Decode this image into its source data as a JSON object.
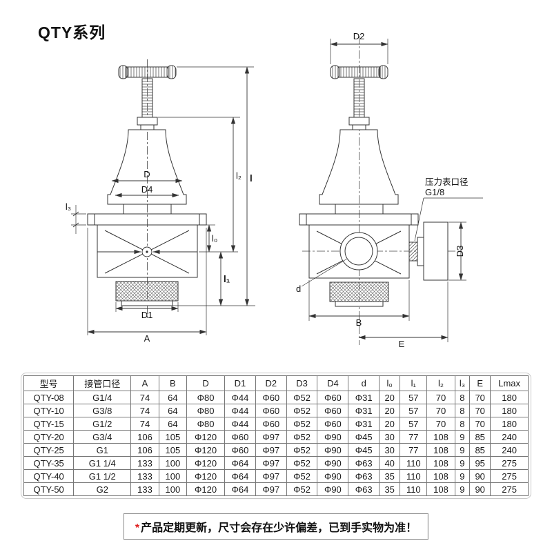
{
  "page": {
    "title": "QTY系列"
  },
  "drawing": {
    "left": {
      "labels": {
        "D": "D",
        "D4": "D4",
        "D1": "D1",
        "A": "A",
        "l0": "l₀",
        "l1": "l₁",
        "l2": "l₂",
        "l3": "l₃",
        "l": "l"
      }
    },
    "right": {
      "labels": {
        "D2": "D2",
        "D3": "D3",
        "B": "B",
        "E": "E",
        "d": "d"
      },
      "annotation": {
        "line1": "压力表口径",
        "line2": "G1/8"
      }
    }
  },
  "table": {
    "headers": [
      "型号",
      "接管口径",
      "A",
      "B",
      "D",
      "D1",
      "D2",
      "D3",
      "D4",
      "d",
      "l₀",
      "l₁",
      "l₂",
      "l₃",
      "E",
      "Lmax"
    ],
    "rows": [
      [
        "QTY-08",
        "G1/4",
        "74",
        "64",
        "Φ80",
        "Φ44",
        "Φ60",
        "Φ52",
        "Φ60",
        "Φ31",
        "20",
        "57",
        "70",
        "8",
        "70",
        "180"
      ],
      [
        "QTY-10",
        "G3/8",
        "74",
        "64",
        "Φ80",
        "Φ44",
        "Φ60",
        "Φ52",
        "Φ60",
        "Φ31",
        "20",
        "57",
        "70",
        "8",
        "70",
        "180"
      ],
      [
        "QTY-15",
        "G1/2",
        "74",
        "64",
        "Φ80",
        "Φ44",
        "Φ60",
        "Φ52",
        "Φ60",
        "Φ31",
        "20",
        "57",
        "70",
        "8",
        "70",
        "180"
      ],
      [
        "QTY-20",
        "G3/4",
        "106",
        "105",
        "Φ120",
        "Φ60",
        "Φ97",
        "Φ52",
        "Φ90",
        "Φ45",
        "30",
        "77",
        "108",
        "9",
        "85",
        "240"
      ],
      [
        "QTY-25",
        "G1",
        "106",
        "105",
        "Φ120",
        "Φ60",
        "Φ97",
        "Φ52",
        "Φ90",
        "Φ45",
        "30",
        "77",
        "108",
        "9",
        "85",
        "240"
      ],
      [
        "QTY-35",
        "G1 1/4",
        "133",
        "100",
        "Φ120",
        "Φ64",
        "Φ97",
        "Φ52",
        "Φ90",
        "Φ63",
        "40",
        "110",
        "108",
        "9",
        "95",
        "275"
      ],
      [
        "QTY-40",
        "G1 1/2",
        "133",
        "100",
        "Φ120",
        "Φ64",
        "Φ97",
        "Φ52",
        "Φ90",
        "Φ63",
        "35",
        "110",
        "108",
        "9",
        "90",
        "275"
      ],
      [
        "QTY-50",
        "G2",
        "133",
        "100",
        "Φ120",
        "Φ64",
        "Φ97",
        "Φ52",
        "Φ90",
        "Φ63",
        "35",
        "110",
        "108",
        "9",
        "90",
        "275"
      ]
    ]
  },
  "footer": {
    "asterisk": "*",
    "text": "产品定期更新，尺寸会存在少许偏差，已到手实物为准！"
  }
}
